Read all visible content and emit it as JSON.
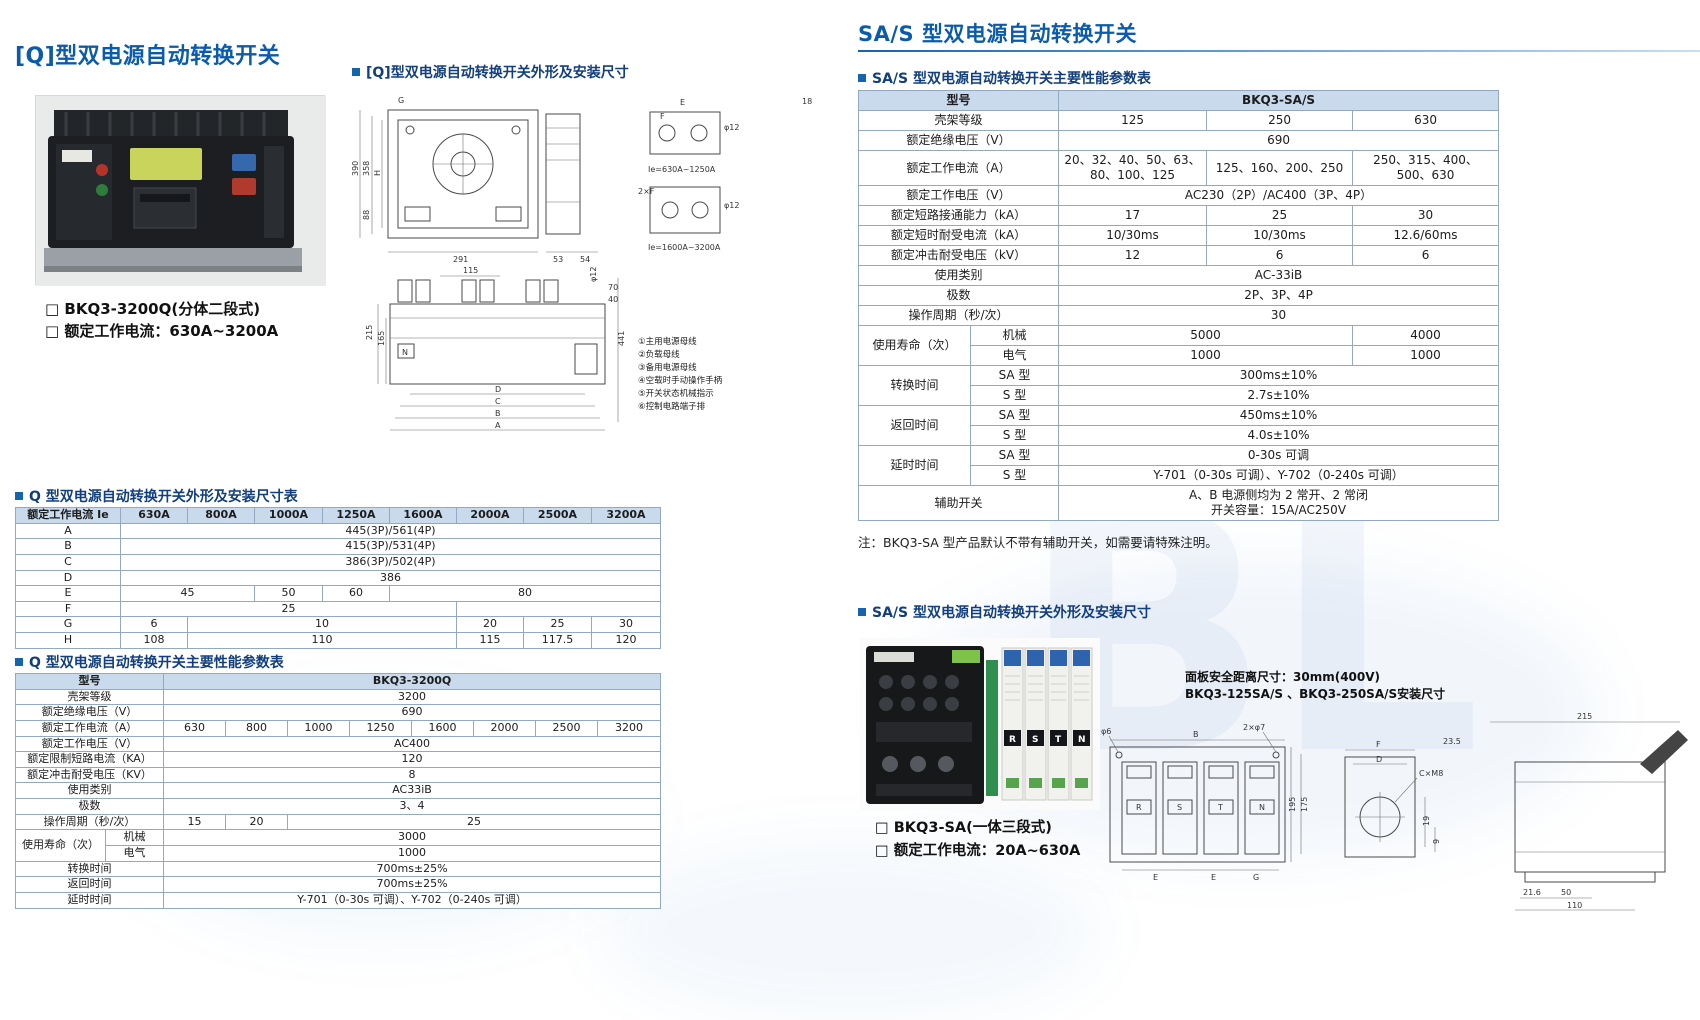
{
  "left": {
    "title": "[Q]型双电源自动转换开关",
    "drawing_header": "[Q]型双电源自动转换开关外形及安装尺寸",
    "bullet1": "□ BKQ3-3200Q(分体二段式)",
    "bullet2": "□ 额定工作电流：630A~3200A",
    "dim_table_header": "Q 型双电源自动转换开关外形及安装尺寸表",
    "perf_table_header": "Q 型双电源自动转换开关主要性能参数表"
  },
  "right": {
    "title": "SA/S 型双电源自动转换开关",
    "perf_table_header": "SA/S 型双电源自动转换开关主要性能参数表",
    "note": "注：BKQ3-SA 型产品默认不带有辅助开关，如需要请特殊注明。",
    "drawing_header": "SA/S 型双电源自动转换开关外形及安装尺寸",
    "bullet1": "□ BKQ3-SA(一体三段式)",
    "bullet2": "□ 额定工作电流：20A~630A",
    "panel_note1": "面板安全距离尺寸：30mm(400V)",
    "panel_note2": "BKQ3-125SA/S 、BKQ3-250SA/S安装尺寸"
  },
  "tables": {
    "q_dim": {
      "rows": [
        [
          {
            "t": "额定工作电流 Ie",
            "cl": "h"
          },
          {
            "t": "630A",
            "cl": "h"
          },
          {
            "t": "800A",
            "cl": "h"
          },
          {
            "t": "1000A",
            "cl": "h"
          },
          {
            "t": "1250A",
            "cl": "h"
          },
          {
            "t": "1600A",
            "cl": "h"
          },
          {
            "t": "2000A",
            "cl": "h"
          },
          {
            "t": "2500A",
            "cl": "h"
          },
          {
            "t": "3200A",
            "cl": "h"
          }
        ],
        [
          {
            "t": "A"
          },
          {
            "t": "445(3P)/561(4P)",
            "cs": 8
          }
        ],
        [
          {
            "t": "B"
          },
          {
            "t": "415(3P)/531(4P)",
            "cs": 8
          }
        ],
        [
          {
            "t": "C"
          },
          {
            "t": "386(3P)/502(4P)",
            "cs": 8
          }
        ],
        [
          {
            "t": "D"
          },
          {
            "t": "386",
            "cs": 8
          }
        ],
        [
          {
            "t": "E"
          },
          {
            "t": "45",
            "cs": 2
          },
          {
            "t": "50"
          },
          {
            "t": "60"
          },
          {
            "t": "80",
            "cs": 4
          }
        ],
        [
          {
            "t": "F"
          },
          {
            "t": "25",
            "cs": 5
          },
          {
            "t": "",
            "cs": 3
          }
        ],
        [
          {
            "t": "G"
          },
          {
            "t": "6"
          },
          {
            "t": "10",
            "cs": 4
          },
          {
            "t": "20"
          },
          {
            "t": "25"
          },
          {
            "t": "30"
          }
        ],
        [
          {
            "t": "H"
          },
          {
            "t": "108"
          },
          {
            "t": "110",
            "cs": 4
          },
          {
            "t": "115"
          },
          {
            "t": "117.5"
          },
          {
            "t": "120"
          }
        ]
      ]
    },
    "q_perf": {
      "rows": [
        [
          {
            "t": "型号",
            "cs": 2,
            "cl": "h"
          },
          {
            "t": "BKQ3-3200Q",
            "cs": 8,
            "cl": "h"
          }
        ],
        [
          {
            "t": "壳架等级",
            "cs": 2
          },
          {
            "t": "3200",
            "cs": 8
          }
        ],
        [
          {
            "t": "额定绝缘电压（V）",
            "cs": 2
          },
          {
            "t": "690",
            "cs": 8
          }
        ],
        [
          {
            "t": "额定工作电流（A）",
            "cs": 2
          },
          {
            "t": "630"
          },
          {
            "t": "800"
          },
          {
            "t": "1000"
          },
          {
            "t": "1250"
          },
          {
            "t": "1600"
          },
          {
            "t": "2000"
          },
          {
            "t": "2500"
          },
          {
            "t": "3200"
          }
        ],
        [
          {
            "t": "额定工作电压（V）",
            "cs": 2
          },
          {
            "t": "AC400",
            "cs": 8
          }
        ],
        [
          {
            "t": "额定限制短路电流（KA）",
            "cs": 2
          },
          {
            "t": "120",
            "cs": 8
          }
        ],
        [
          {
            "t": "额定冲击耐受电压（KV）",
            "cs": 2
          },
          {
            "t": "8",
            "cs": 8
          }
        ],
        [
          {
            "t": "使用类别",
            "cs": 2
          },
          {
            "t": "AC33iB",
            "cs": 8
          }
        ],
        [
          {
            "t": "极数",
            "cs": 2
          },
          {
            "t": "3、4",
            "cs": 8
          }
        ],
        [
          {
            "t": "操作周期（秒/次）",
            "cs": 2
          },
          {
            "t": "15"
          },
          {
            "t": "20"
          },
          {
            "t": "25",
            "cs": 6
          }
        ],
        [
          {
            "t": "使用寿命（次）",
            "rs": 2
          },
          {
            "t": "机械"
          },
          {
            "t": "3000",
            "cs": 8
          }
        ],
        [
          {
            "t": "电气"
          },
          {
            "t": "1000",
            "cs": 8
          }
        ],
        [
          {
            "t": "转换时间",
            "cs": 2
          },
          {
            "t": "700ms±25%",
            "cs": 8
          }
        ],
        [
          {
            "t": "返回时间",
            "cs": 2
          },
          {
            "t": "700ms±25%",
            "cs": 8
          }
        ],
        [
          {
            "t": "延时时间",
            "cs": 2
          },
          {
            "t": "Y-701（0-30s 可调）、Y-702（0-240s 可调）",
            "cs": 8
          }
        ]
      ]
    },
    "sa": {
      "rows": [
        [
          {
            "t": "型号",
            "cs": 2,
            "cl": "h"
          },
          {
            "t": "BKQ3-SA/S",
            "cs": 3,
            "cl": "h"
          }
        ],
        [
          {
            "t": "壳架等级",
            "cs": 2
          },
          {
            "t": "125"
          },
          {
            "t": "250"
          },
          {
            "t": "630"
          }
        ],
        [
          {
            "t": "额定绝缘电压（V）",
            "cs": 2
          },
          {
            "t": "690",
            "cs": 3
          }
        ],
        [
          {
            "t": "额定工作电流（A）",
            "cs": 2
          },
          {
            "t": "20、32、40、50、63、80、100、125"
          },
          {
            "t": "125、160、200、250"
          },
          {
            "t": "250、315、400、500、630"
          }
        ],
        [
          {
            "t": "额定工作电压（V）",
            "cs": 2
          },
          {
            "t": "AC230（2P）/AC400（3P、4P）",
            "cs": 3
          }
        ],
        [
          {
            "t": "额定短路接通能力（kA）",
            "cs": 2
          },
          {
            "t": "17"
          },
          {
            "t": "25"
          },
          {
            "t": "30"
          }
        ],
        [
          {
            "t": "额定短时耐受电流（kA）",
            "cs": 2
          },
          {
            "t": "10/30ms"
          },
          {
            "t": "10/30ms"
          },
          {
            "t": "12.6/60ms"
          }
        ],
        [
          {
            "t": "额定冲击耐受电压（kV）",
            "cs": 2
          },
          {
            "t": "12"
          },
          {
            "t": "6"
          },
          {
            "t": "6"
          }
        ],
        [
          {
            "t": "使用类别",
            "cs": 2
          },
          {
            "t": "AC-33iB",
            "cs": 3
          }
        ],
        [
          {
            "t": "极数",
            "cs": 2
          },
          {
            "t": "2P、3P、4P",
            "cs": 3
          }
        ],
        [
          {
            "t": "操作周期（秒/次）",
            "cs": 2
          },
          {
            "t": "30",
            "cs": 3
          }
        ],
        [
          {
            "t": "使用寿命（次）",
            "rs": 2
          },
          {
            "t": "机械"
          },
          {
            "t": "5000",
            "cs": 2
          },
          {
            "t": "4000"
          }
        ],
        [
          {
            "t": "电气"
          },
          {
            "t": "1000",
            "cs": 2
          },
          {
            "t": "1000"
          }
        ],
        [
          {
            "t": "转换时间",
            "rs": 2
          },
          {
            "t": "SA 型"
          },
          {
            "t": "300ms±10%",
            "cs": 3
          }
        ],
        [
          {
            "t": "S 型"
          },
          {
            "t": "2.7s±10%",
            "cs": 3
          }
        ],
        [
          {
            "t": "返回时间",
            "rs": 2
          },
          {
            "t": "SA 型"
          },
          {
            "t": "450ms±10%",
            "cs": 3
          }
        ],
        [
          {
            "t": "S 型"
          },
          {
            "t": "4.0s±10%",
            "cs": 3
          }
        ],
        [
          {
            "t": "延时时间",
            "rs": 2
          },
          {
            "t": "SA 型"
          },
          {
            "t": "0-30s 可调",
            "cs": 3
          }
        ],
        [
          {
            "t": "S 型"
          },
          {
            "t": "Y-701（0-30s 可调）、Y-702（0-240s 可调）",
            "cs": 3
          }
        ],
        [
          {
            "t": "辅助开关",
            "cs": 2
          },
          {
            "t": "A、B 电源侧均为 2 常开、2 常闭\n开关容量：15A/AC250V",
            "cs": 3
          }
        ]
      ]
    }
  },
  "drawings": {
    "q": {
      "labels": [
        "G",
        "H",
        "390",
        "358",
        "88",
        "291",
        "53",
        "54",
        "18",
        "E",
        "F",
        "φ12",
        "Ie=630A~1250A",
        "2×F",
        "φ12",
        "Ie=1600A~3200A",
        "115",
        "215",
        "165",
        "70",
        "40",
        "441",
        "N",
        "D",
        "C",
        "B",
        "A",
        "φ12"
      ],
      "callouts": [
        "①主用电源母线",
        "②负载母线",
        "③备用电源母线",
        "④空载时手动操作手柄",
        "⑤开关状态机械指示",
        "⑥控制电路端子排"
      ]
    },
    "sa": {
      "labels": [
        "B",
        "2×φ7",
        "φ6",
        "195",
        "175",
        "E",
        "E",
        "G",
        "F",
        "D",
        "C×M8",
        "19",
        "9",
        "23.5",
        "215",
        "21.6",
        "50",
        "110"
      ]
    }
  },
  "photos": {
    "sa": {
      "modules": [
        "R",
        "S",
        "T",
        "N"
      ]
    }
  },
  "colors": {
    "accent_blue": "#1565ad",
    "title_blue": "#0b5bab",
    "table_header_bg": "#c9daed",
    "table_border": "#93a9c2"
  }
}
